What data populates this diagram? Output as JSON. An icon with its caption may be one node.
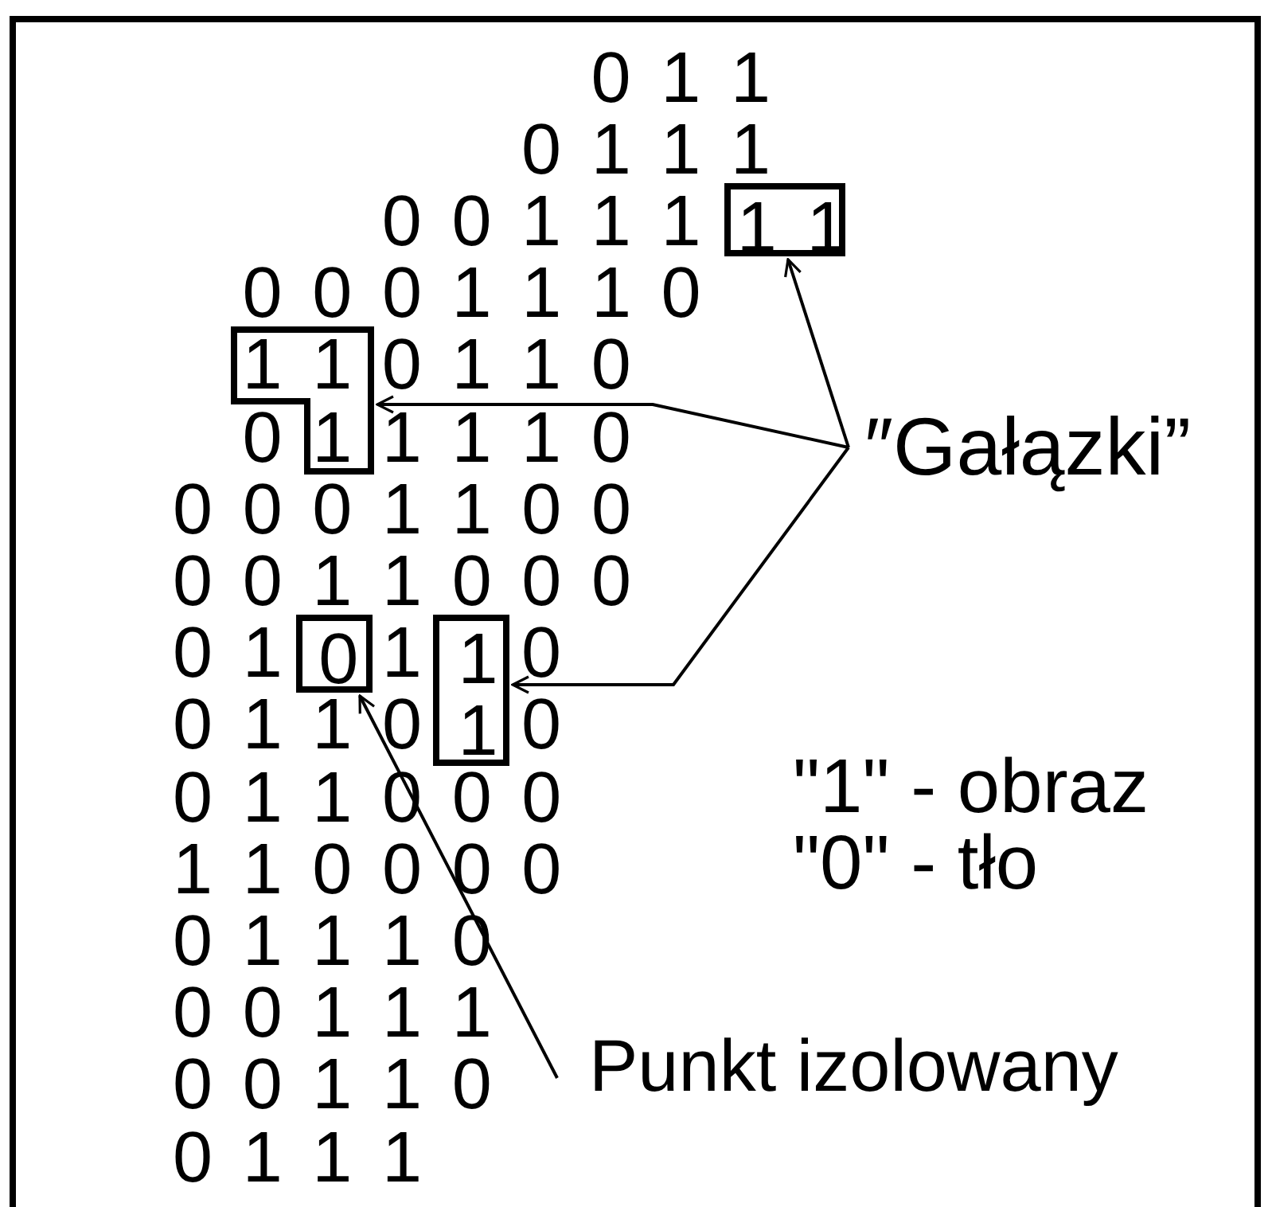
{
  "diagram": {
    "nodes": [
      {
        "text": [
          "1 1"
        ]
      },
      {
        "text": [
          "1 1",
          "1"
        ]
      },
      {
        "text": [
          "″Gałązki”"
        ]
      },
      {
        "text": [
          "0"
        ]
      },
      {
        "text": [
          "1",
          "1"
        ]
      },
      {
        "text": [
          "Punkt izolowany"
        ]
      }
    ],
    "edges": [
      {
        "from": 2,
        "to": 0,
        "arrow": "to"
      },
      {
        "from": 2,
        "to": 1,
        "arrow": "to"
      },
      {
        "from": 2,
        "to": 4,
        "arrow": "to"
      },
      {
        "from": 5,
        "to": 3,
        "arrow": "to"
      }
    ],
    "labels": [
      "0 1 1",
      "0 1 1 1",
      "0 0 1 1 1",
      "0 0 0 1 1 1 0",
      "0 1 1 0",
      "0",
      "1 1 1 0",
      "0 0 0 1 1 0 0",
      "0 0 1 1 0 0 0",
      "0 1",
      "1",
      "0",
      "0 1 1 0",
      "0",
      "0 1 1 0 0 0",
      "1 1 0 0 0 0",
      "0 1 1 1 0",
      "0 0 1 1 1",
      "0 0 1 1 0",
      "0 1 1 1",
      "\"1\" - obraz",
      "\"0\" - tło"
    ]
  }
}
